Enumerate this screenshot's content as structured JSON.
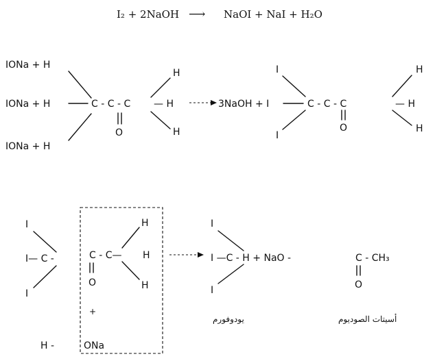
{
  "equation": {
    "reactants": "I₂ + 2NaOH",
    "arrow": "⟶",
    "products": "NaOI + NaI + H₂O"
  },
  "step1": {
    "reagent_rows": [
      "IONa + H",
      "IONa + H",
      "IONa + H"
    ],
    "skeleton": "C - C - C",
    "carbonyl_o": "O",
    "hydrogen": "H",
    "hydrogen_mid": "— H",
    "product_prefix": "3NaOH + I",
    "iodine": "I",
    "product_skeleton": "C  -  C  -  C",
    "product_o": "O",
    "product_hydrogen": "H",
    "product_hydrogen_mid": "— H"
  },
  "step2": {
    "iodine": "I",
    "left_carbon": "I— C -",
    "box_chain": "C - C—",
    "box_o": "O",
    "box_hydrogen": "H",
    "plus": "+",
    "h_left": "H   -",
    "ona": "ONa",
    "iodoform_iodine": "I",
    "iodoform_formula": "I  —C - H + NaO  -",
    "acetate_c": "C  -  CH₃",
    "acetate_o": "O",
    "label_iodoform": "يودوفورم",
    "label_acetate": "أسيتات الصوديوم"
  }
}
